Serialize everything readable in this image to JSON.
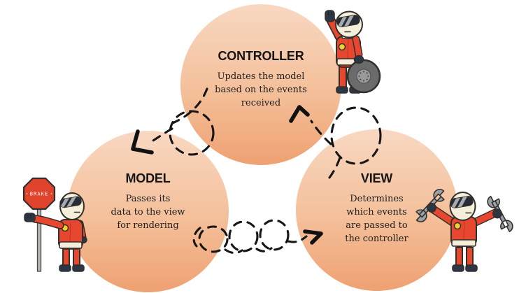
{
  "diagram": {
    "nodes": [
      {
        "id": "controller",
        "title": "CONTROLLER",
        "lines": [
          "Updates the model",
          "based on the events",
          "received"
        ]
      },
      {
        "id": "model",
        "title": "MODEL",
        "lines": [
          "Passes its",
          "data to the view",
          "for rendering"
        ]
      },
      {
        "id": "view",
        "title": "VIEW",
        "lines": [
          "Determines",
          "which events",
          "are passed to",
          "the controller"
        ]
      }
    ],
    "edges": [
      {
        "from": "controller",
        "to": "model",
        "style": "dashed-single-loop"
      },
      {
        "from": "model",
        "to": "view",
        "style": "dashed-triple-loop"
      },
      {
        "from": "view",
        "to": "controller",
        "style": "dashed-single-loop"
      }
    ],
    "characters": [
      {
        "name": "pit-crew-waving-with-tire",
        "position": "top-right-of-controller"
      },
      {
        "name": "pit-crew-holding-brake-sign",
        "position": "left-of-model",
        "sign_label": "BRAKE"
      },
      {
        "name": "pit-crew-raising-wrenches",
        "position": "right-of-view"
      }
    ],
    "colors": {
      "circle_gradient_top": "#f8d8c2",
      "circle_gradient_bottom": "#efa172",
      "suit_red": "#e8472f",
      "helmet_cream": "#f5eedb",
      "glove_navy": "#2d3645",
      "button_yellow": "#f2d12c",
      "tire_gray": "#6b6b6b",
      "wrench_gray": "#9aa1a8",
      "sign_red": "#e0432c",
      "arrow_black": "#161616"
    }
  }
}
